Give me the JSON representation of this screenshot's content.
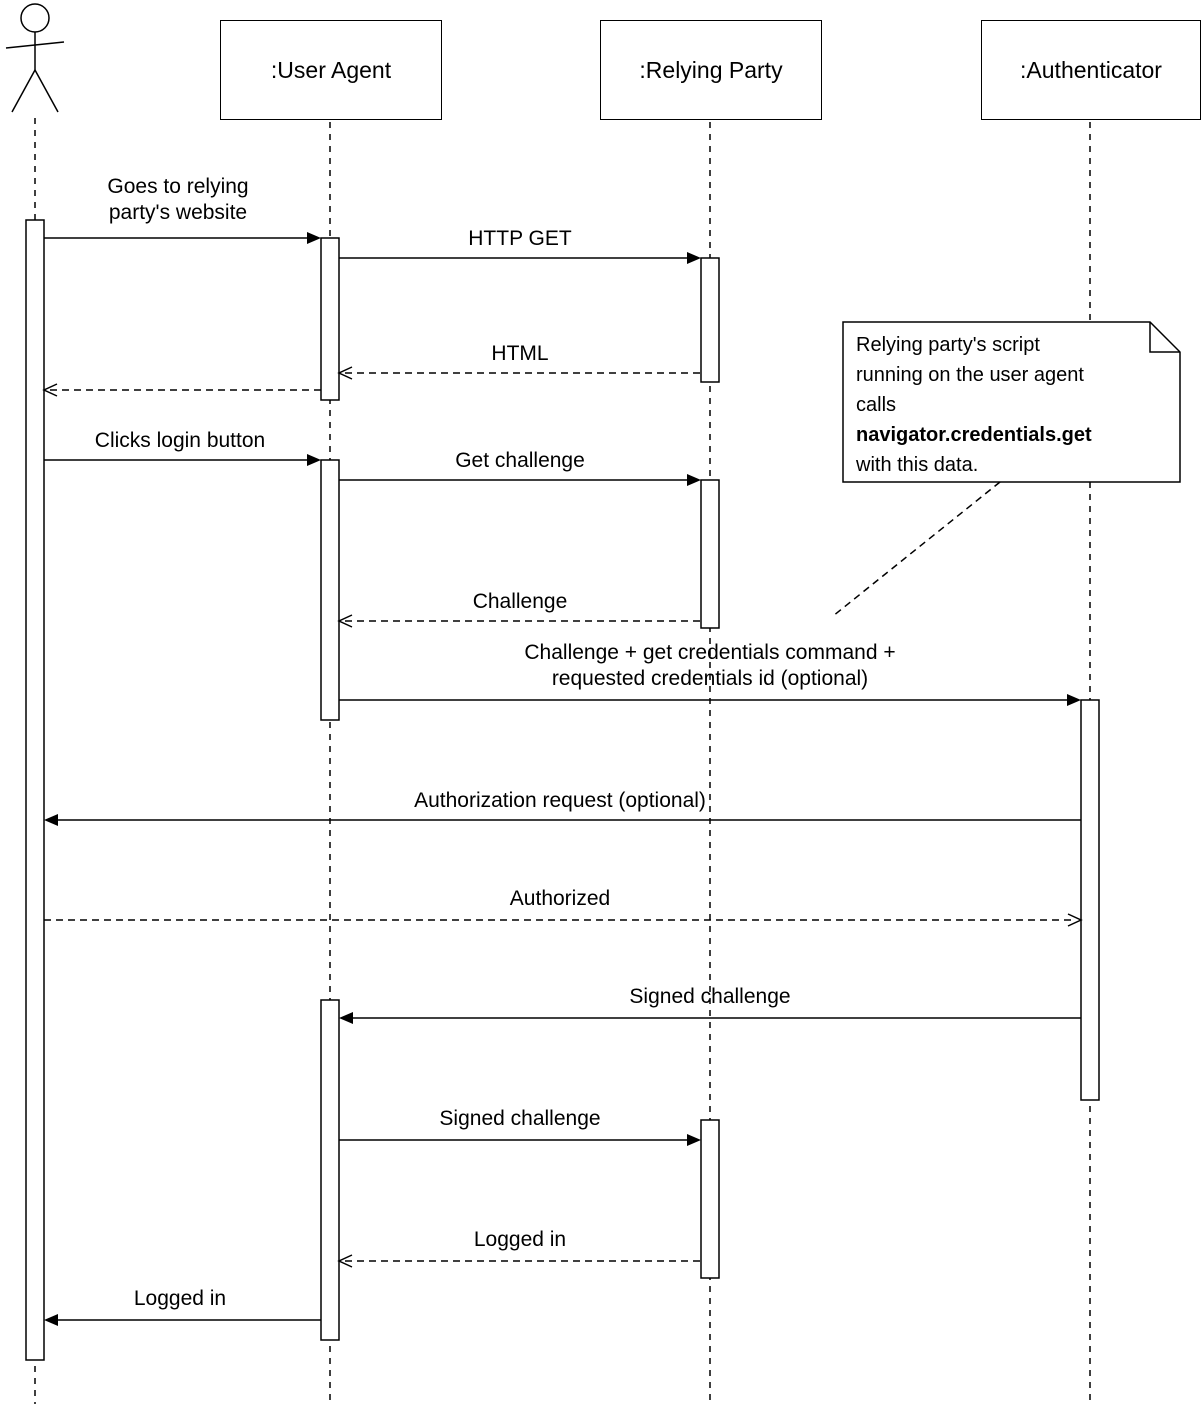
{
  "colors": {
    "line": "#000000",
    "background": "#ffffff",
    "text": "#000000"
  },
  "participants": [
    {
      "label": ":User Agent"
    },
    {
      "label": ":Relying Party"
    },
    {
      "label": ":Authenticator"
    }
  ],
  "messages": [
    {
      "label": "Goes to relying party's website",
      "from": "actor",
      "to": "user-agent",
      "style": "solid"
    },
    {
      "label": "HTTP GET",
      "from": "user-agent",
      "to": "relying-party",
      "style": "solid"
    },
    {
      "label": "HTML",
      "from": "relying-party",
      "to": "user-agent",
      "style": "dashed"
    },
    {
      "label": "",
      "from": "user-agent",
      "to": "actor",
      "style": "dashed"
    },
    {
      "label": "Clicks login button",
      "from": "actor",
      "to": "user-agent",
      "style": "solid"
    },
    {
      "label": "Get challenge",
      "from": "user-agent",
      "to": "relying-party",
      "style": "solid"
    },
    {
      "label": "Challenge",
      "from": "relying-party",
      "to": "user-agent",
      "style": "dashed"
    },
    {
      "label": "Challenge + get credentials command + requested credentials id (optional)",
      "from": "user-agent",
      "to": "authenticator",
      "style": "solid"
    },
    {
      "label": "Authorization request (optional)",
      "from": "authenticator",
      "to": "actor",
      "style": "solid"
    },
    {
      "label": "Authorized",
      "from": "actor",
      "to": "authenticator",
      "style": "dashed"
    },
    {
      "label": "Signed challenge",
      "from": "authenticator",
      "to": "user-agent",
      "style": "solid"
    },
    {
      "label": "Signed challenge",
      "from": "user-agent",
      "to": "relying-party",
      "style": "solid"
    },
    {
      "label": "Logged in",
      "from": "relying-party",
      "to": "user-agent",
      "style": "dashed"
    },
    {
      "label": "Logged in",
      "from": "user-agent",
      "to": "actor",
      "style": "solid"
    }
  ],
  "note": {
    "lines": [
      "Relying party's script",
      "running on the user agent",
      "calls",
      "navigator.credentials.get",
      "with this data."
    ],
    "bold_line_index": 3
  }
}
